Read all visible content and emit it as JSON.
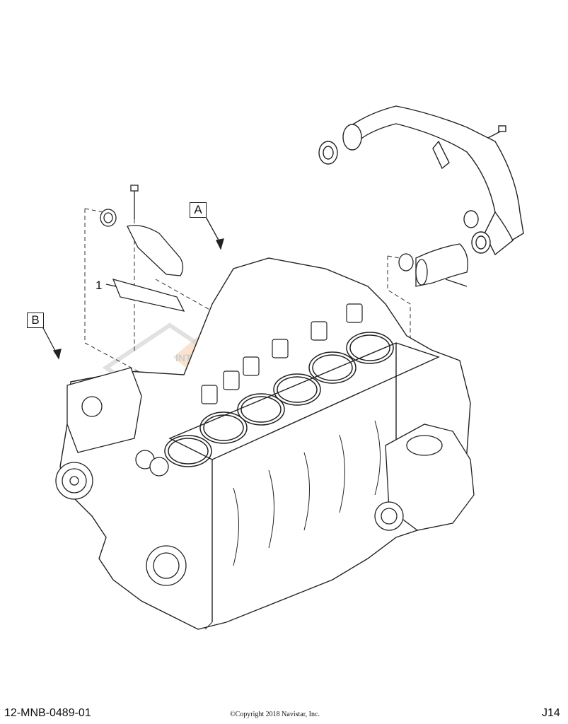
{
  "callouts": {
    "a": "A",
    "b": "B",
    "item_1": "1"
  },
  "watermark": {
    "text": "INTERNATIONAL",
    "colors": {
      "orange": "#f0b27a",
      "gray": "#c9c9c9",
      "yellow": "#f6d98a"
    }
  },
  "footer": {
    "drawing_id": "12-MNB-0489-01",
    "copyright": "©Copyright 2018 Navistar, Inc.",
    "page_code": "J14"
  },
  "colors": {
    "line": "#222222",
    "background": "#ffffff"
  }
}
